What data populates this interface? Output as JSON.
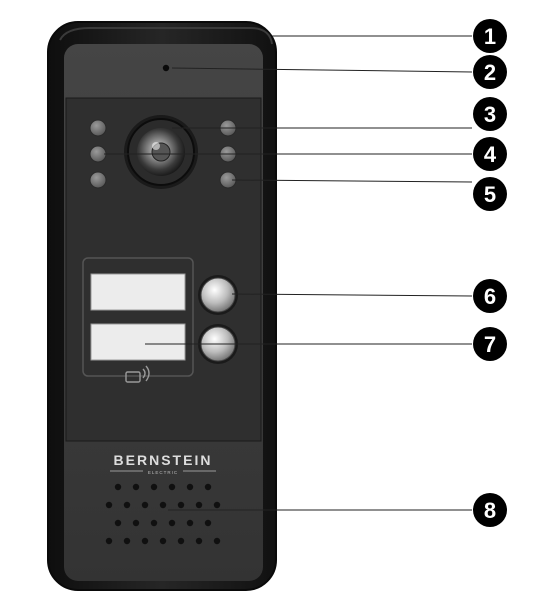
{
  "brand": {
    "name": "BERNSTEIN",
    "subtitle": "ELECTRIC"
  },
  "callouts": [
    {
      "number": "1"
    },
    {
      "number": "2"
    },
    {
      "number": "3"
    },
    {
      "number": "4"
    },
    {
      "number": "5"
    },
    {
      "number": "6"
    },
    {
      "number": "7"
    },
    {
      "number": "8"
    }
  ],
  "colors": {
    "housing": "#1c1c1c",
    "housing_edge": "#0a0a0a",
    "front_panel": "#3b3b3b",
    "control_panel": "#2e2e2e",
    "name_plate": "#ececec",
    "leader_line": "#222222",
    "badge": "#000000",
    "badge_text": "#ffffff"
  },
  "icons": {
    "microphone": "microphone-icon",
    "camera": "camera-lens-icon",
    "ir_led": "ir-led-icon",
    "call_button": "call-button-icon",
    "rfid": "rfid-card-icon",
    "speaker": "speaker-grille-icon"
  }
}
